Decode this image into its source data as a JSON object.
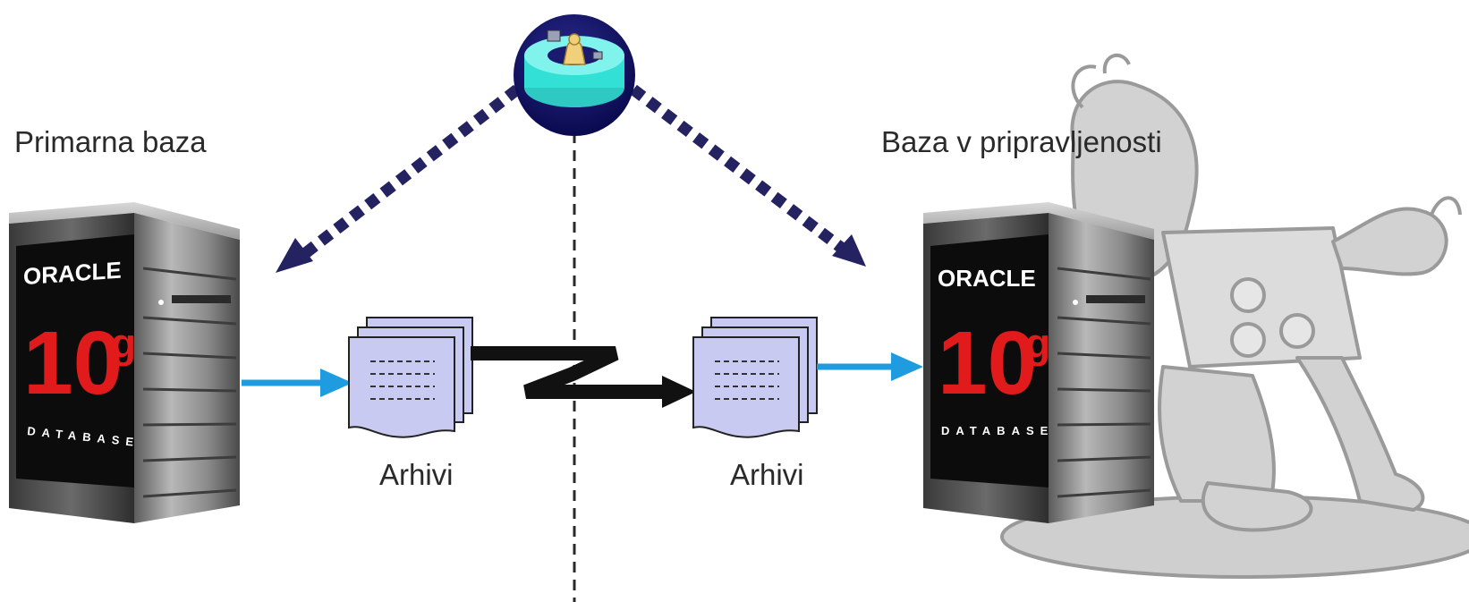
{
  "labels": {
    "primary_db": "Primarna baza",
    "standby_db": "Baza v pripravljenosti",
    "archives_left": "Arhivi",
    "archives_right": "Arhivi"
  },
  "server_left": {
    "brand": "ORACLE",
    "version_num": "10",
    "version_sup": "g",
    "product": "DATABASE"
  },
  "server_right": {
    "brand": "ORACLE",
    "version_num": "10",
    "version_sup": "g",
    "product": "DATABASE"
  },
  "colors": {
    "data_flow_arrow": "#1f9be0",
    "observer_dotted_arrow": "#252262",
    "network_link": "#111111",
    "archive_page": "#c8caf2",
    "oracle_red": "#e11b1b",
    "server_body": "#7a7a7a",
    "observer_circle": "#11115a",
    "observer_ring": "#33e0d6",
    "mascot": "#c9c9c9"
  },
  "icons": {
    "observer": "observer-console-icon",
    "server": "oracle-database-server-icon",
    "archive": "archive-log-files-icon",
    "network": "wan-link-zigzag-icon",
    "mascot": "cartoon-mascot-illustration"
  }
}
